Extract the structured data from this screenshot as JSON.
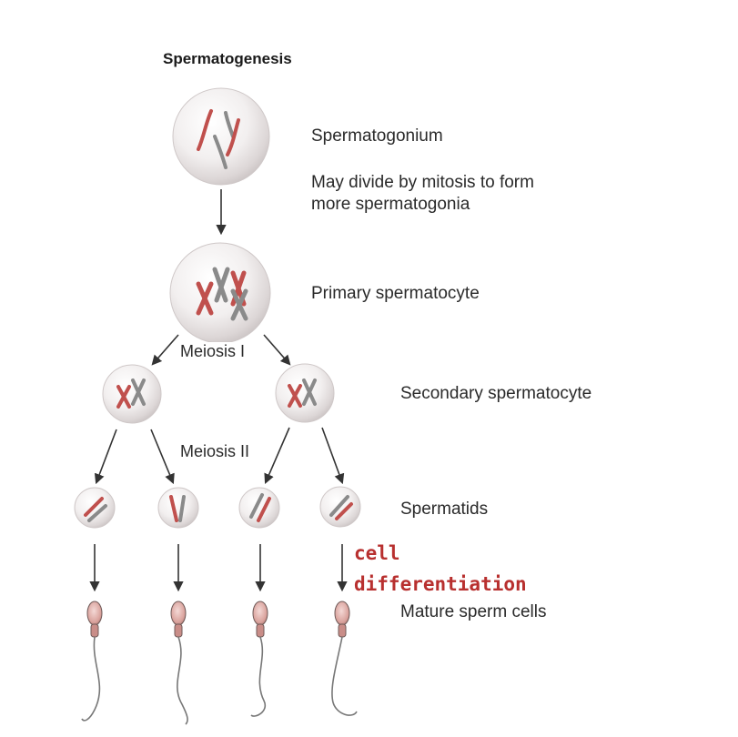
{
  "title": "Spermatogenesis",
  "labels": {
    "spermatogonium": "Spermatogonium",
    "mitosis_note_line1": "May divide by mitosis to form",
    "mitosis_note_line2": "more spermatogonia",
    "primary": "Primary spermatocyte",
    "meiosis1": "Meiosis I",
    "secondary": "Secondary spermatocyte",
    "meiosis2": "Meiosis II",
    "spermatids": "Spermatids",
    "mature": "Mature sperm cells"
  },
  "annotation": {
    "line1": "cell",
    "line2": "differentiation"
  },
  "colors": {
    "chromosome_red": "#c0504d",
    "chromosome_gray": "#8a8a8a",
    "annotation_red": "#b8302f"
  },
  "icons": [
    "cell-circle",
    "chromosome",
    "arrow",
    "sperm-cell"
  ]
}
